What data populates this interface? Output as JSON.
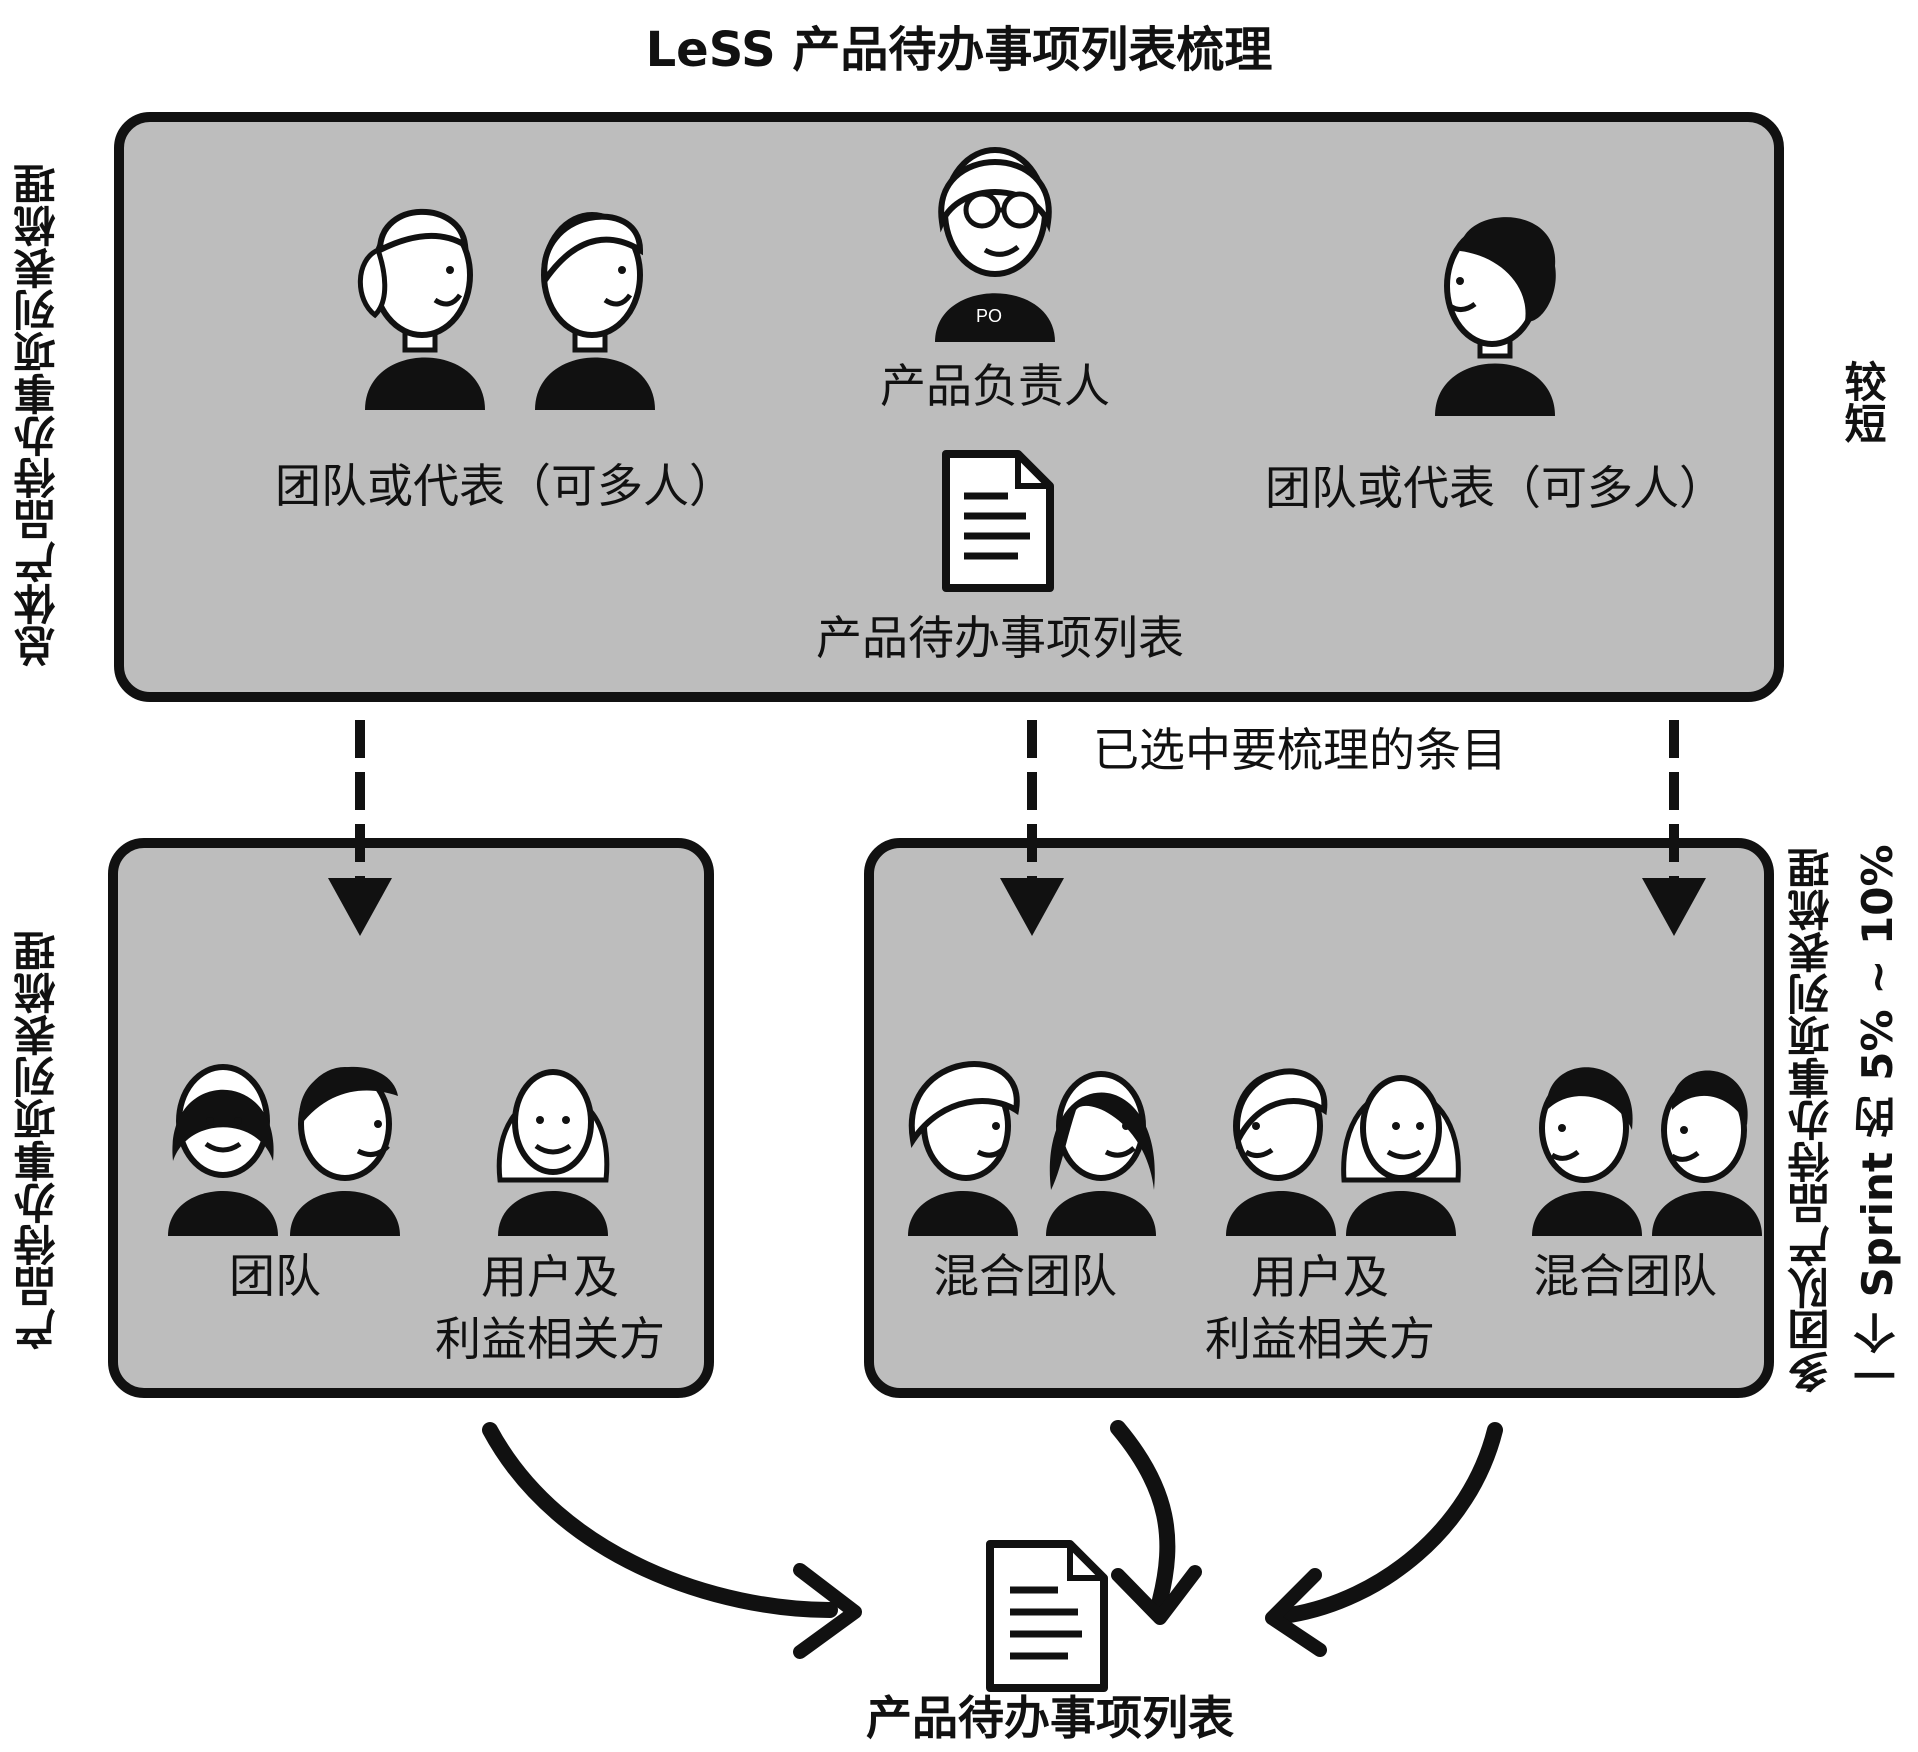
{
  "title": "LeSS 产品待办事项列表梳理",
  "side_labels": {
    "overall": "总体产品待办事项列表梳理",
    "product": "产品待办事项列表梳理",
    "shorter": "较短",
    "multi_team_line1": "多团队产品待办事项列表梳理",
    "multi_team_line2": "一个 Sprint 的 5% ~ 10%"
  },
  "top_box": {
    "left_group": "团队或代表（可多人）",
    "right_group": "团队或代表（可多人）",
    "po_label": "产品负责人",
    "po_badge": "PO",
    "backlog_label": "产品待办事项列表"
  },
  "selected_items": "已选中要梳理的条目",
  "bottom_left": {
    "team": "团队",
    "users_line1": "用户及",
    "users_line2": "利益相关方"
  },
  "bottom_right": {
    "mixed_team_a": "混合团队",
    "users_line1": "用户及",
    "users_line2": "利益相关方",
    "mixed_team_b": "混合团队"
  },
  "result_label": "产品待办事项列表"
}
